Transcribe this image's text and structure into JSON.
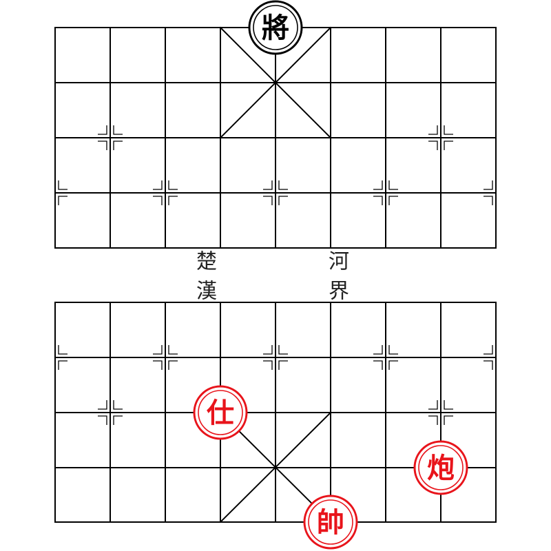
{
  "board": {
    "river": {
      "left_chars": [
        "楚",
        "漢"
      ],
      "right_chars": [
        "河",
        "界"
      ]
    }
  },
  "colors": {
    "line": "#000000",
    "red": "#e8141b",
    "black": "#000000"
  },
  "pieces": [
    {
      "id": "black-general",
      "label": "將",
      "side": "black",
      "file": 4,
      "rank": 0
    },
    {
      "id": "red-advisor",
      "label": "仕",
      "side": "red",
      "file": 3,
      "rank": 7
    },
    {
      "id": "red-cannon",
      "label": "炮",
      "side": "red",
      "file": 7,
      "rank": 8
    },
    {
      "id": "red-general",
      "label": "帥",
      "side": "red",
      "file": 5,
      "rank": 9
    }
  ]
}
